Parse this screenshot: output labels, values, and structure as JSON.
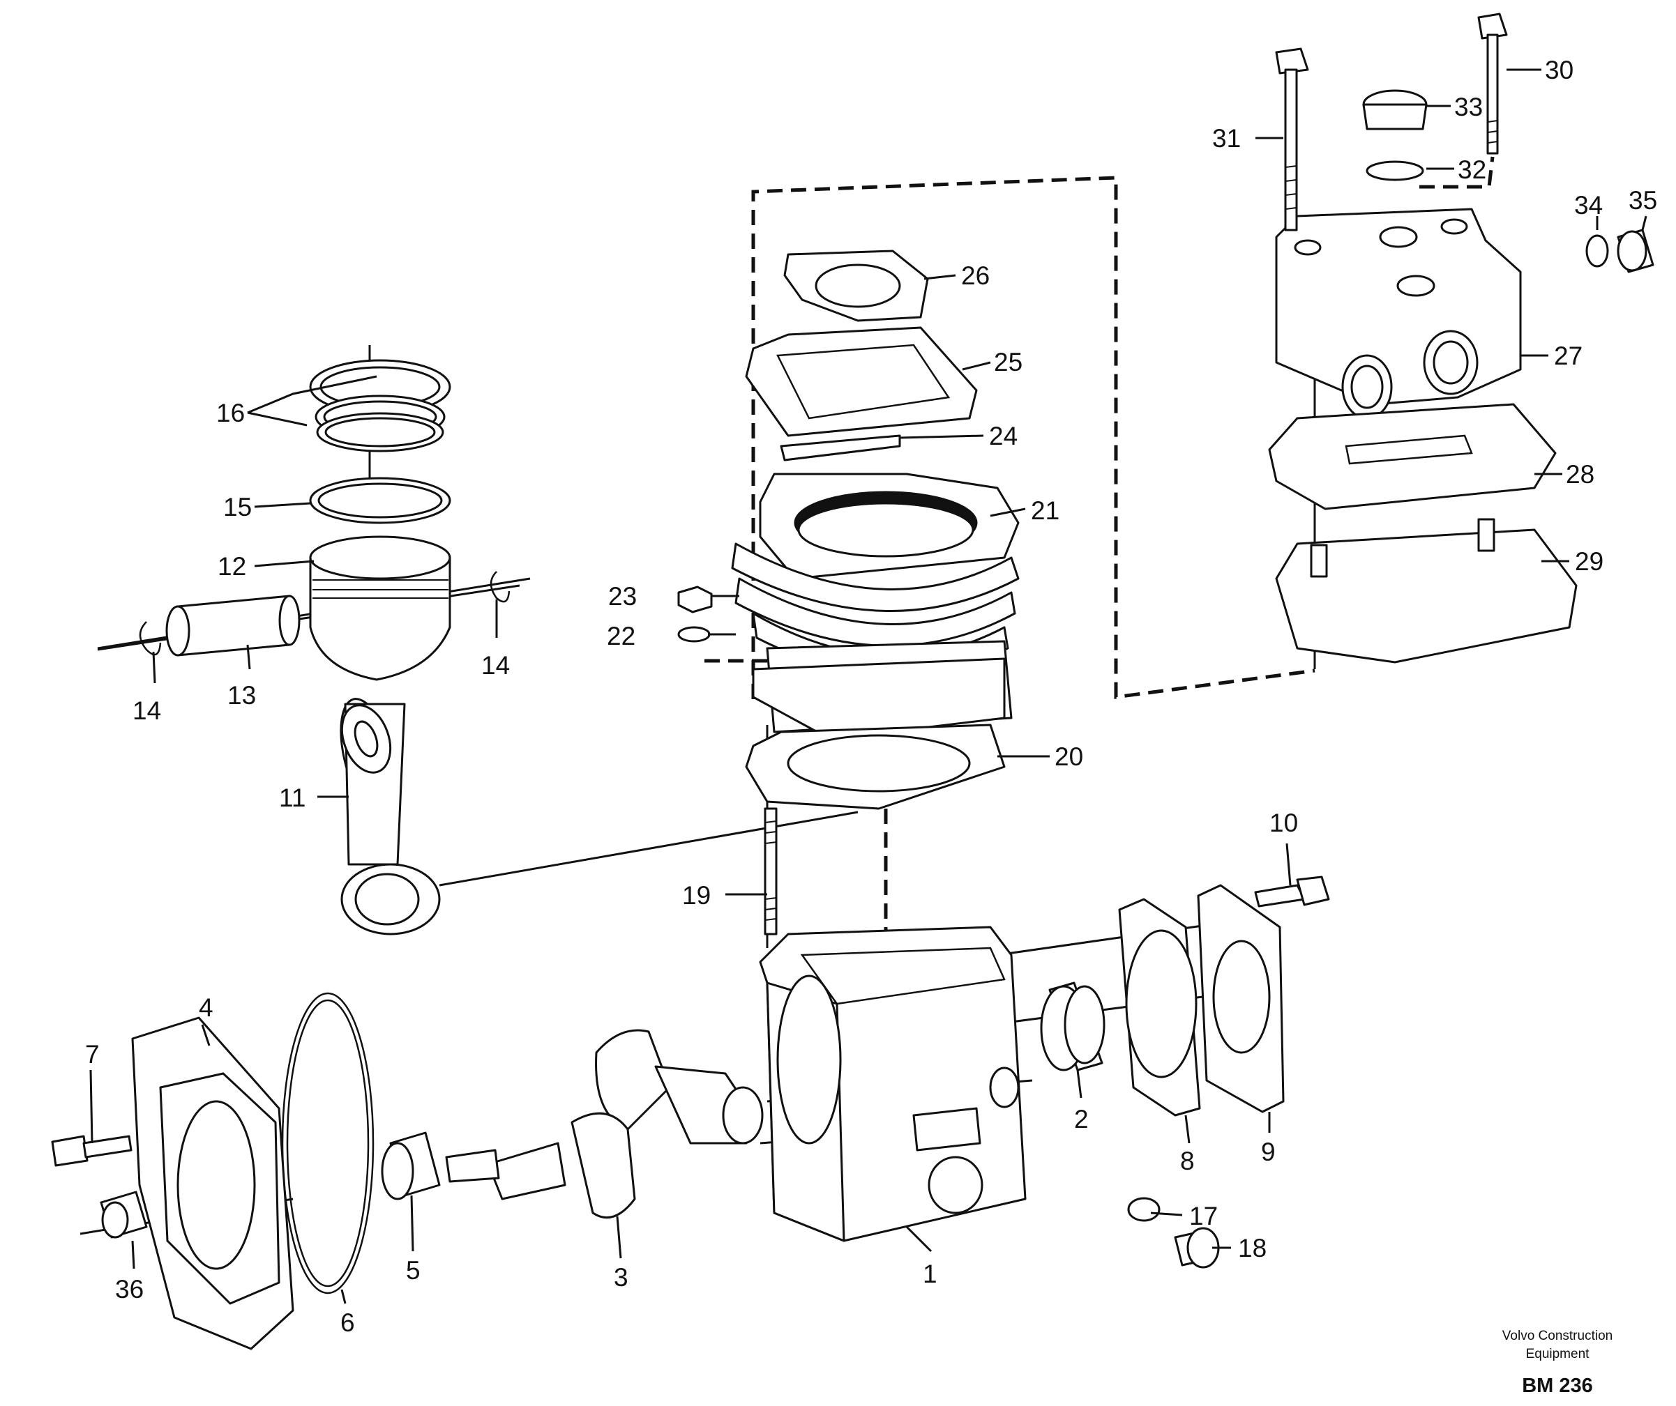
{
  "callouts": {
    "c1": "1",
    "c2": "2",
    "c3": "3",
    "c4": "4",
    "c5": "5",
    "c6": "6",
    "c7": "7",
    "c8": "8",
    "c9": "9",
    "c10": "10",
    "c11": "11",
    "c12": "12",
    "c13": "13",
    "c14a": "14",
    "c14b": "14",
    "c15": "15",
    "c16": "16",
    "c17": "17",
    "c18": "18",
    "c19": "19",
    "c20": "20",
    "c21": "21",
    "c22": "22",
    "c23": "23",
    "c24": "24",
    "c25": "25",
    "c26": "26",
    "c27": "27",
    "c28": "28",
    "c29": "29",
    "c30": "30",
    "c31": "31",
    "c32": "32",
    "c33": "33",
    "c34": "34",
    "c35": "35",
    "c36": "36"
  },
  "footer": {
    "brand_line1": "Volvo Construction",
    "brand_line2": "Equipment",
    "drawing_ref": "BM 236"
  }
}
